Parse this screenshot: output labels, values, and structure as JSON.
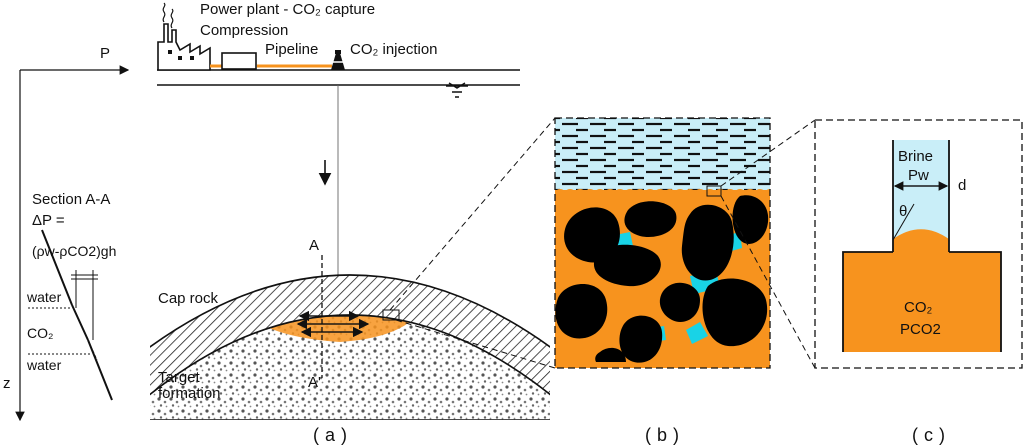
{
  "labels": {
    "power_plant": "Power plant - CO₂ capture",
    "compression": "Compression",
    "pipeline": "Pipeline",
    "injection": "CO₂ injection",
    "p_axis": "P",
    "z_axis": "z",
    "section": "Section A-A",
    "delta_p": "ΔP =",
    "delta_p_formula": "(ρw-ρCO2)gh",
    "water_top": "water",
    "co2_left": "CO₂",
    "water_bottom": "water",
    "a_top": "A",
    "a_bottom": "A'",
    "cap_rock": "Cap rock",
    "target_1": "Target",
    "target_2": "formation",
    "brine": "Brine",
    "pw": "Pw",
    "d": "d",
    "theta": "θ",
    "co2_c": "CO₂",
    "pco2": "PCO2",
    "panel_a": "(a)",
    "panel_b": "(b)",
    "panel_c": "(c)"
  },
  "colors": {
    "co2_orange": "#f7931e",
    "brine_blue": "#c9eef8",
    "wetting_cyan": "#19d3e6",
    "grain_black": "#000000",
    "line": "#111111"
  }
}
